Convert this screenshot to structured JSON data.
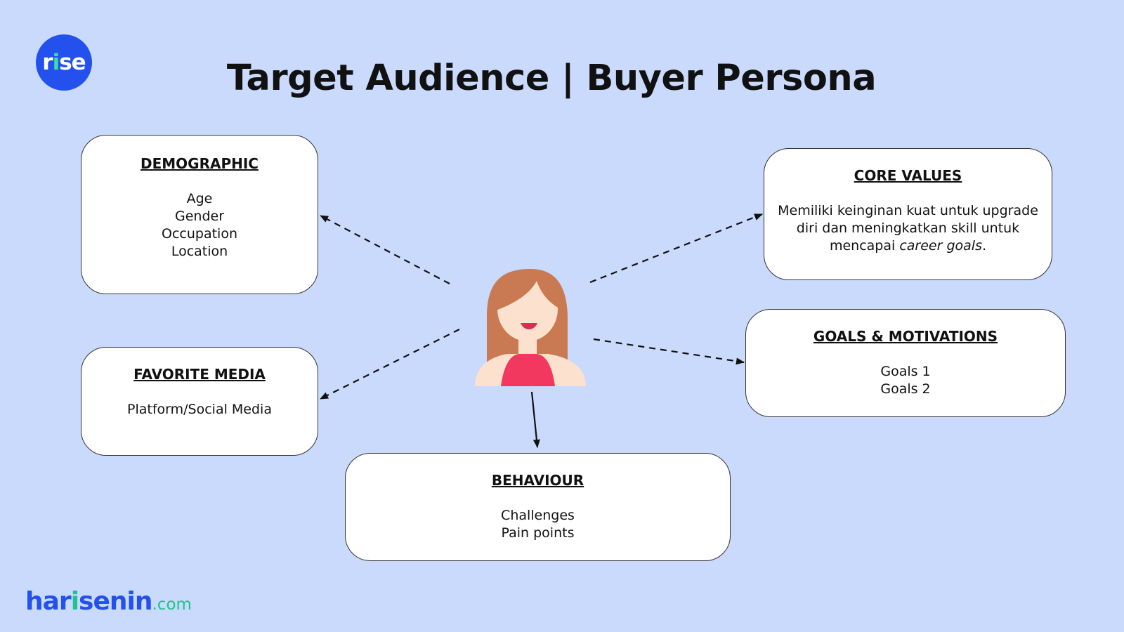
{
  "logo": {
    "prefix": "r",
    "accent": "i",
    "suffix": "se"
  },
  "title": "Target Audience | Buyer Persona",
  "cards": {
    "demographic": {
      "heading": "DEMOGRAPHIC",
      "lines": [
        "Age",
        "Gender",
        "Occupation",
        "Location"
      ]
    },
    "favorite_media": {
      "heading": "FAVORITE MEDIA",
      "lines": [
        "Platform/Social Media"
      ]
    },
    "core_values": {
      "heading": "CORE VALUES",
      "lines": [
        "Memiliki keinginan kuat untuk upgrade",
        "diri dan meningkatkan skill untuk",
        "mencapai"
      ],
      "emphasis": "career goals",
      "trailing": "."
    },
    "goals": {
      "heading": "GOALS & MOTIVATIONS",
      "lines": [
        "Goals 1",
        "Goals 2"
      ]
    },
    "behaviour": {
      "heading": "BEHAVIOUR",
      "lines": [
        "Challenges",
        "Pain points"
      ]
    }
  },
  "persona_icon": "woman-avatar-icon",
  "footer": {
    "brand_a": "har",
    "brand_b": "i",
    "brand_c": "senin",
    "domain": ".com"
  },
  "colors": {
    "background": "#c9dafc",
    "logo_blue": "#2451ee",
    "accent_green": "#1fc48c",
    "avatar_hair": "#c97a52",
    "avatar_shirt": "#f2385f",
    "avatar_skin": "#fde1cf"
  }
}
